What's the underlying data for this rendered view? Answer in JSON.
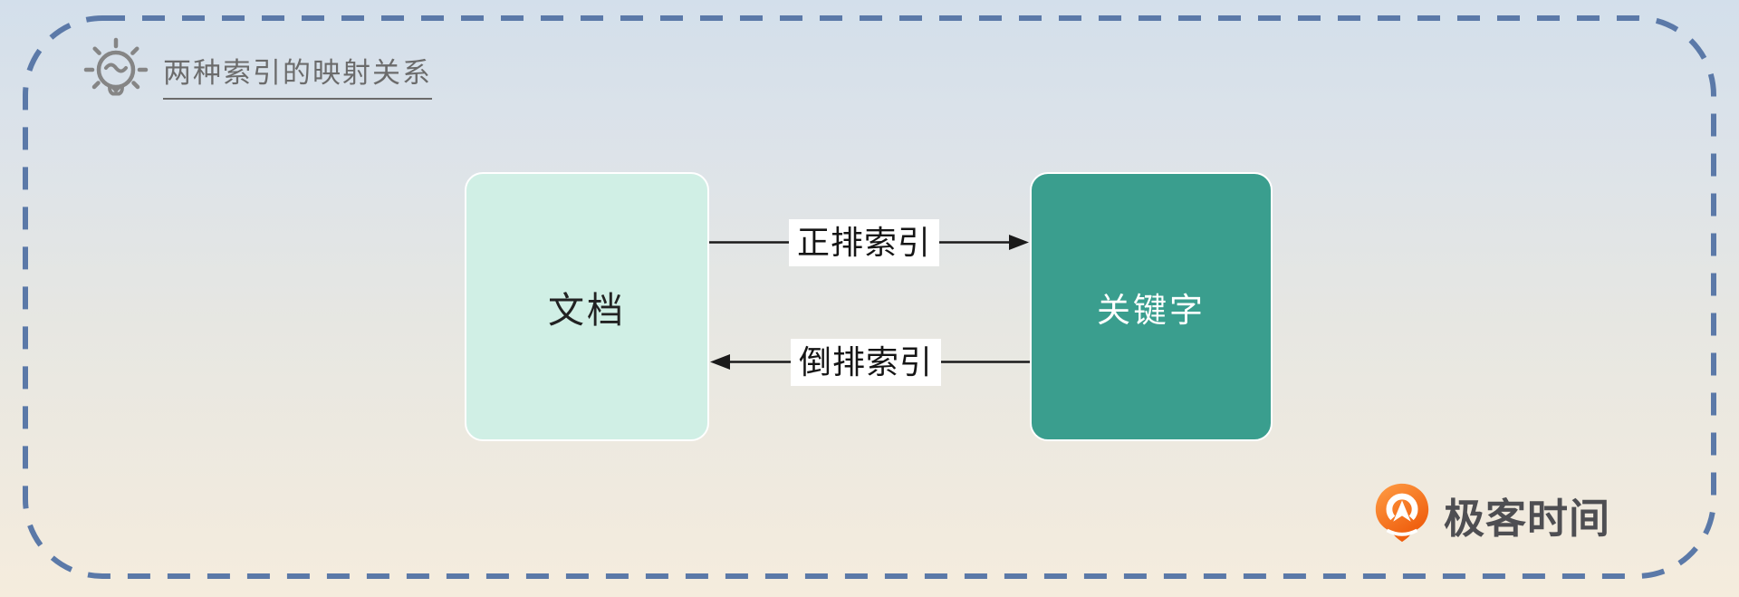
{
  "frame": {
    "title": "两种索引的映射关系",
    "border_color": "#5b79a8",
    "background_top_color": "#d3dfeb",
    "background_bottom_color": "#f5ecdd"
  },
  "diagram": {
    "nodes": [
      {
        "id": "document",
        "label": "文档",
        "fill_color": "#d0efe5",
        "text_color": "#222222"
      },
      {
        "id": "keyword",
        "label": "关键字",
        "fill_color": "#3a9e8e",
        "text_color": "#ffffff"
      }
    ],
    "edges": [
      {
        "label": "正排索引",
        "from": "文档",
        "to": "关键字",
        "direction": "left-to-right"
      },
      {
        "label": "倒排索引",
        "from": "关键字",
        "to": "文档",
        "direction": "right-to-left"
      }
    ],
    "arrow_color": "#1a1a1a"
  },
  "branding": {
    "logo_text": "极客时间",
    "logo_color": "#f26b1d",
    "logo_text_color": "#4e4e52"
  }
}
